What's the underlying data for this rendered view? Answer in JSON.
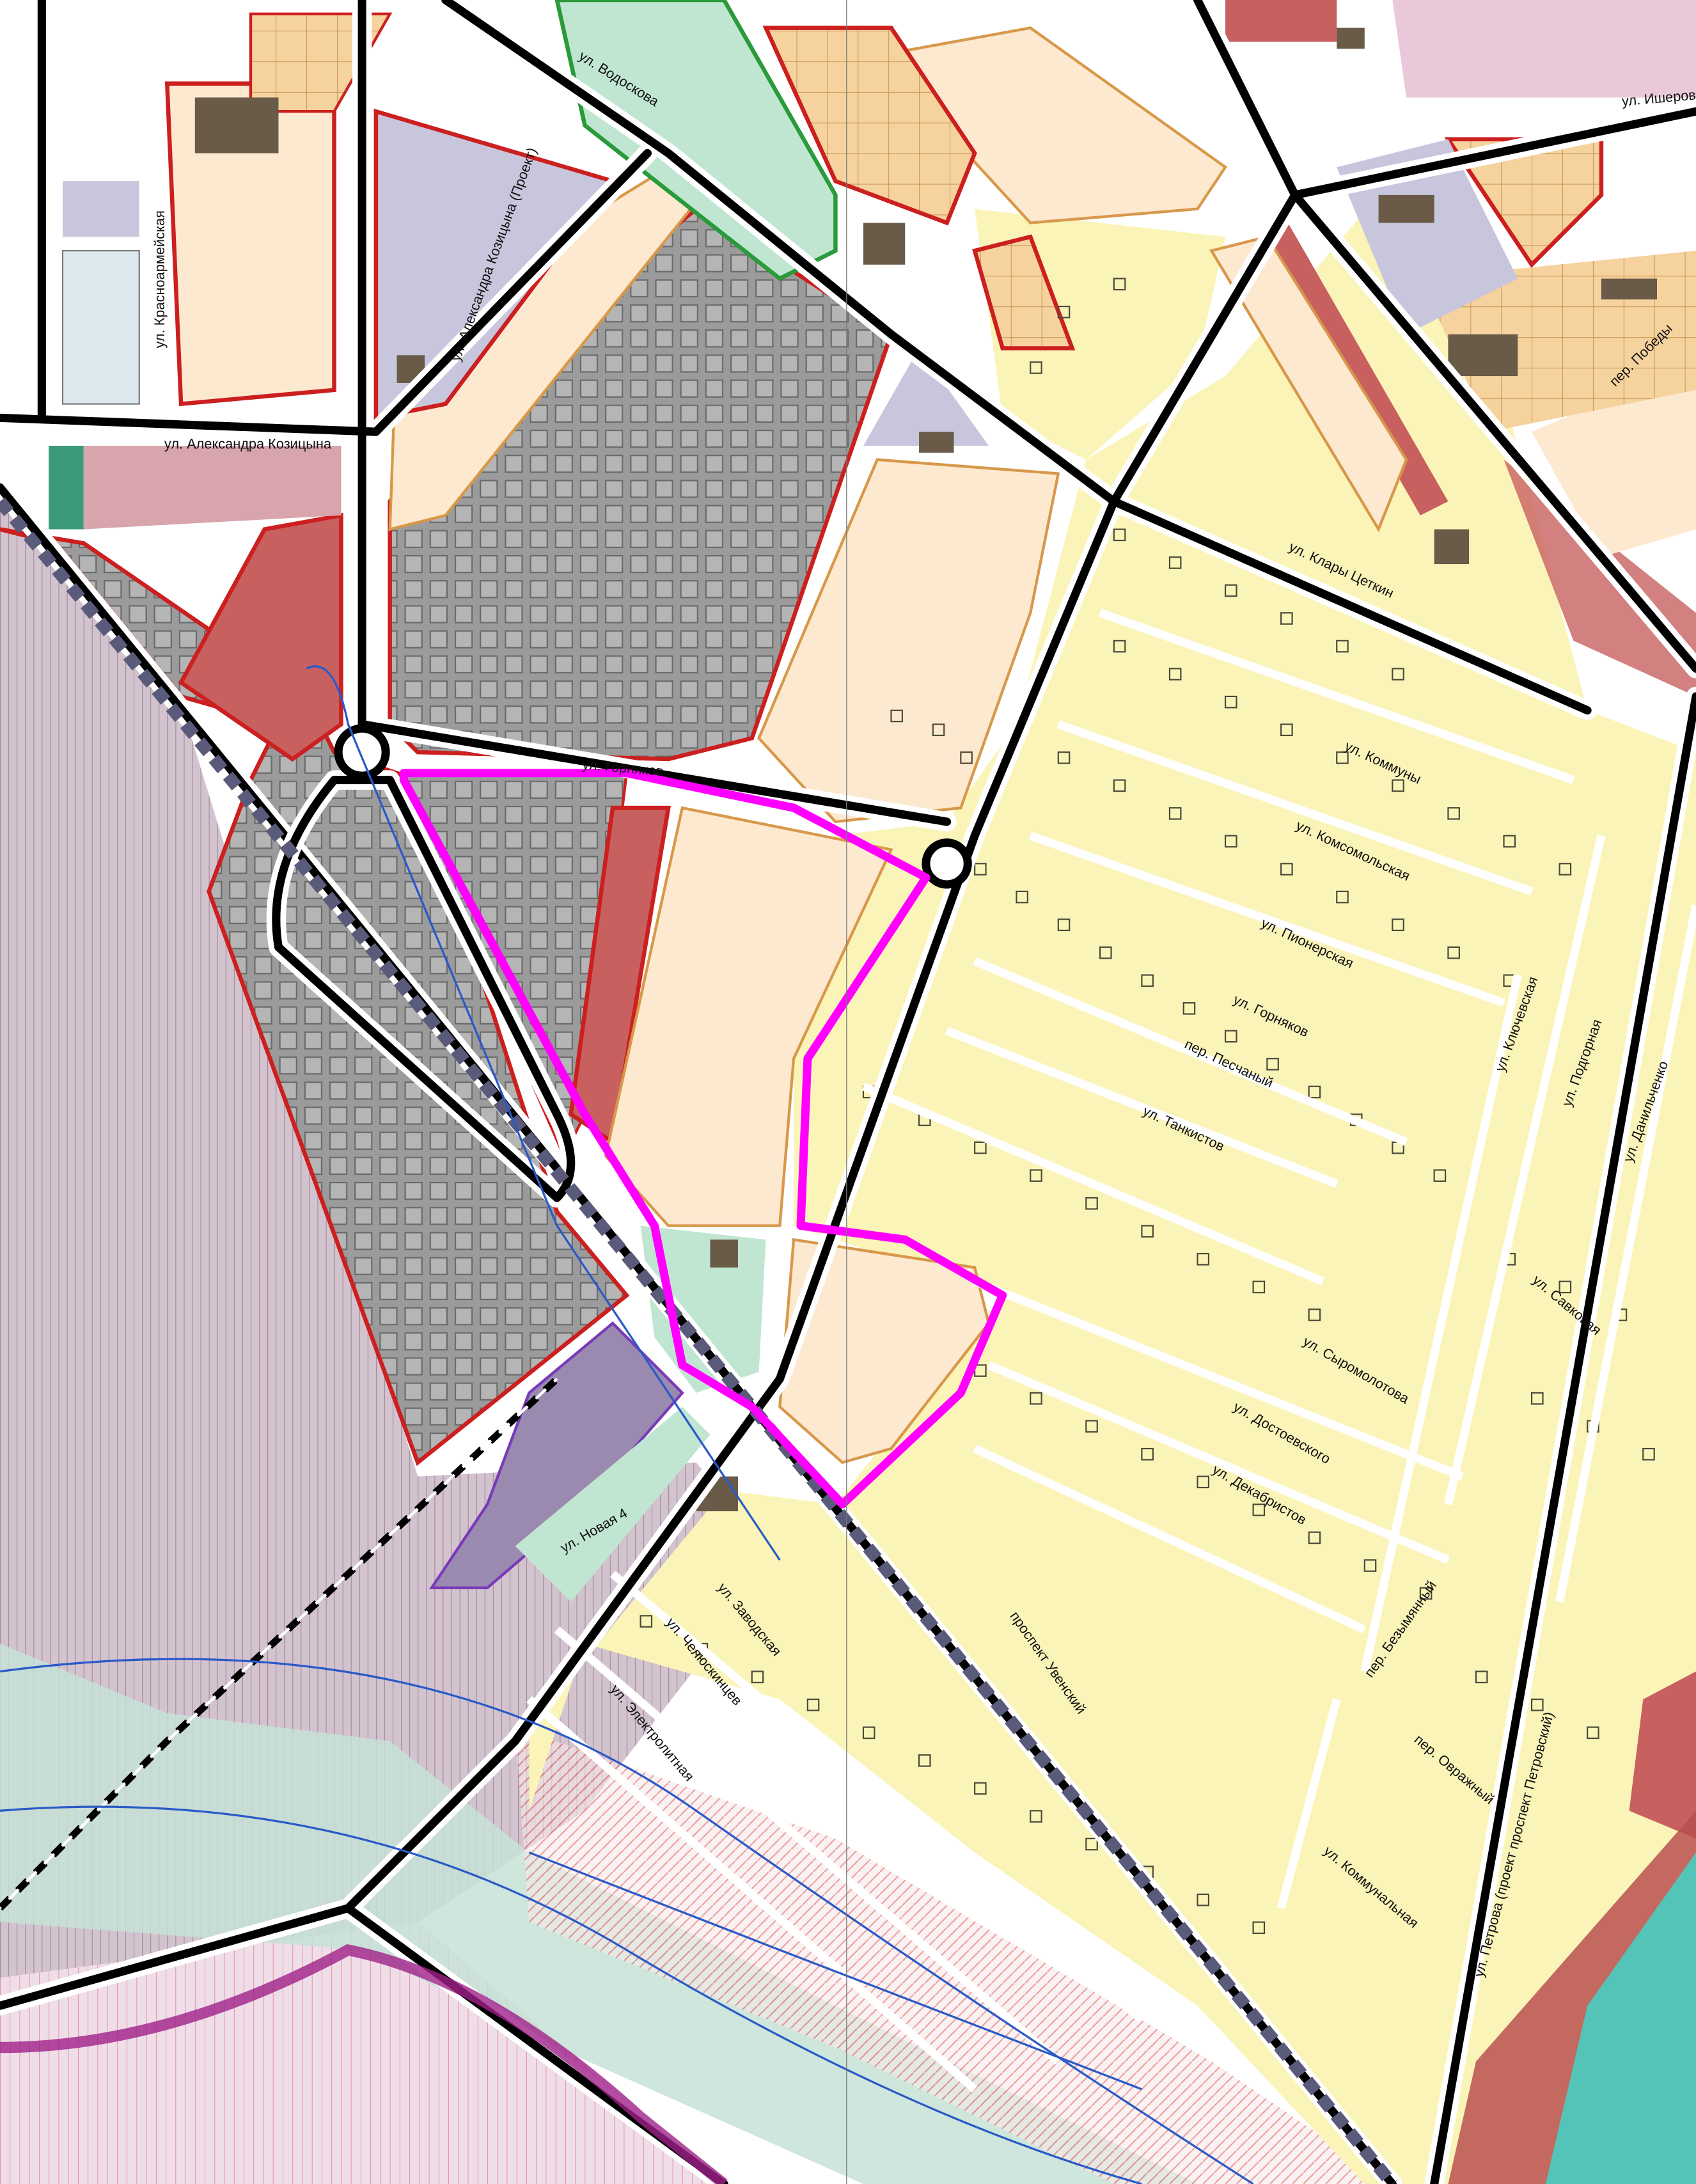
{
  "map": {
    "colors": {
      "residential_individual": "#fbf4b8",
      "residential_midrise": "#fde9d0",
      "industrial": "#a9a9a9",
      "public": "#c8c6dc",
      "commercial": "#c86060",
      "greenery": "#c0e6d2",
      "railway": "#d9c6d4",
      "highlight_boundary": "#ff00ff",
      "road": "#000000"
    },
    "streets": [
      {
        "id": "krasnoarmeyskaya",
        "label": "ул. Красноармейская"
      },
      {
        "id": "kozitsyna",
        "label": "ул. Александра Козицына"
      },
      {
        "id": "kozitsyna_vertical",
        "label": "ул. Александра Козицына (Проект)"
      },
      {
        "id": "vodoskova",
        "label": "ул. Водоскова"
      },
      {
        "id": "isherova",
        "label": "ул. Ишерова"
      },
      {
        "id": "pobedy",
        "label": "пер. Победы"
      },
      {
        "id": "klary_tsetkin",
        "label": "ул. Клары Цеткин"
      },
      {
        "id": "gornyakov_top",
        "label": "ул. Горняков"
      },
      {
        "id": "kommuny",
        "label": "ул. Коммуны"
      },
      {
        "id": "komsomolskaya",
        "label": "ул. Комсомольская"
      },
      {
        "id": "pionerskaya",
        "label": "ул. Пионерская"
      },
      {
        "id": "gornyakov",
        "label": "ул. Горняков"
      },
      {
        "id": "peschany",
        "label": "пер. Песчаный"
      },
      {
        "id": "tankistov",
        "label": "ул. Танкистов"
      },
      {
        "id": "klyuchevskaya",
        "label": "ул. Ключевская"
      },
      {
        "id": "podgornaya",
        "label": "ул. Подгорная"
      },
      {
        "id": "danilchenko",
        "label": "ул. Данильченко"
      },
      {
        "id": "savkova",
        "label": "ул. Савковая"
      },
      {
        "id": "syromolotova",
        "label": "ул. Сыромолотова"
      },
      {
        "id": "dostoevskogo",
        "label": "ул. Достоевского"
      },
      {
        "id": "dekabristov",
        "label": "ул. Декабристов"
      },
      {
        "id": "novaya4",
        "label": "ул. Новая 4"
      },
      {
        "id": "zavodskaya",
        "label": "ул. Заводская"
      },
      {
        "id": "chelyuskintsev",
        "label": "ул. Челюскинцев"
      },
      {
        "id": "elektrolitnaya",
        "label": "ул. Электролитная"
      },
      {
        "id": "uvenskiy",
        "label": "проспект Увенский"
      },
      {
        "id": "bezymyanny",
        "label": "пер. Безымянный"
      },
      {
        "id": "ovrazhny",
        "label": "пер. Овражный"
      },
      {
        "id": "kommunalnaya",
        "label": "ул. Коммунальная"
      },
      {
        "id": "petrova",
        "label": "ул. Петрова (проект проспект Петровский)"
      }
    ]
  }
}
